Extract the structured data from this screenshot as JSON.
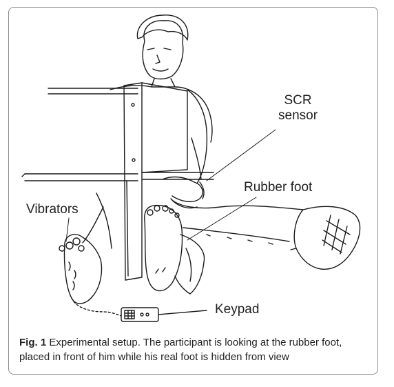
{
  "labels": {
    "scr_line1": "SCR",
    "scr_line2": "sensor",
    "rubber_foot": "Rubber foot",
    "vibrators": "Vibrators",
    "keypad": "Keypad"
  },
  "caption": {
    "label": "Fig. 1",
    "text": "Experimental setup. The participant is looking at the rubber foot, placed in front of him while his real foot is hidden from view"
  }
}
